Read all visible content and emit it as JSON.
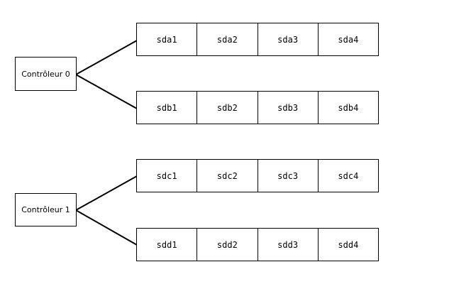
{
  "controllers": [
    {
      "label": "Contrôleur 0"
    },
    {
      "label": "Contrôleur 1"
    }
  ],
  "rows": [
    {
      "name": "sda",
      "cells": [
        "sda1",
        "sda2",
        "sda3",
        "sda4"
      ]
    },
    {
      "name": "sdb",
      "cells": [
        "sdb1",
        "sdb2",
        "sdb3",
        "sdb4"
      ]
    },
    {
      "name": "sdc",
      "cells": [
        "sdc1",
        "sdc2",
        "sdc3",
        "sdc4"
      ]
    },
    {
      "name": "sdd",
      "cells": [
        "sdd1",
        "sdd2",
        "sdd3",
        "sdd4"
      ]
    }
  ],
  "colors": {
    "background": "#ffffff",
    "stroke": "#000000",
    "text": "#000000"
  }
}
